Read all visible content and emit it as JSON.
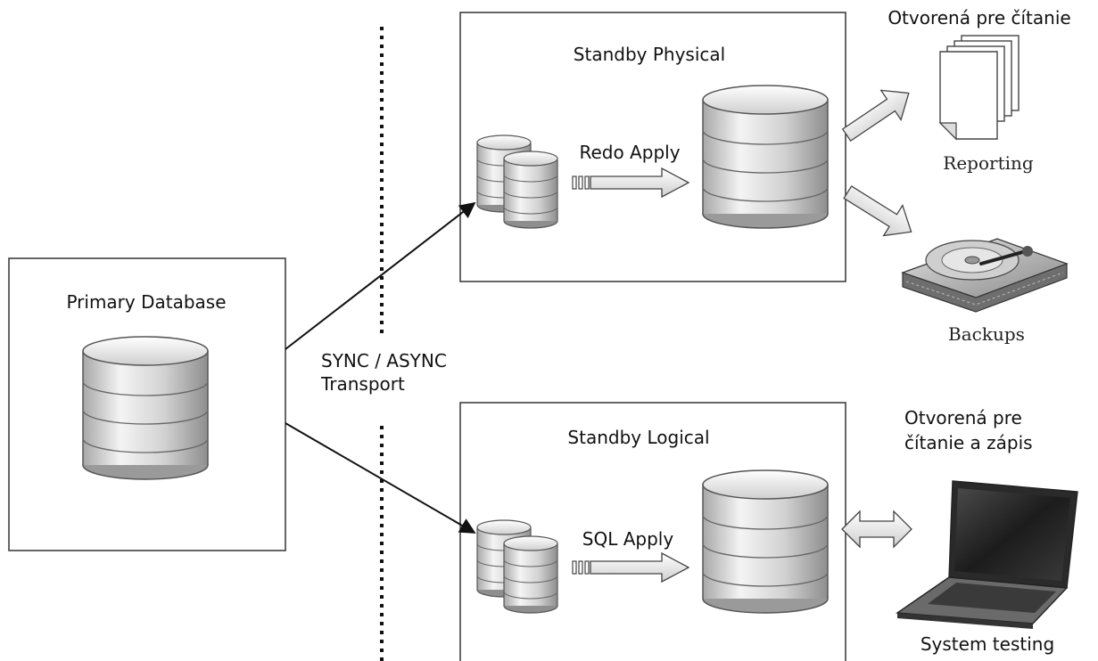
{
  "labels": {
    "primary": "Primary Database",
    "standby_physical": "Standby Physical",
    "standby_logical": "Standby Logical",
    "redo_apply": "Redo Apply",
    "sql_apply": "SQL Apply",
    "transport_line1": "SYNC / ASYNC",
    "transport_line2": "Transport",
    "read_only": "Otvorená pre čítanie",
    "reporting": "Reporting",
    "backups": "Backups",
    "read_write_line1": "Otvorená pre",
    "read_write_line2": "čítanie a zápis",
    "system_testing": "System testing"
  },
  "icons": [
    "database-cylinder-icon",
    "redo-log-stack-icon",
    "documents-icon",
    "hard-drive-icon",
    "laptop-icon"
  ],
  "colors": {
    "stroke": "#333333",
    "arrow_fill": "#d2d2d2",
    "db_light": "#f4f4f4",
    "db_dark": "#9a9a9a"
  }
}
